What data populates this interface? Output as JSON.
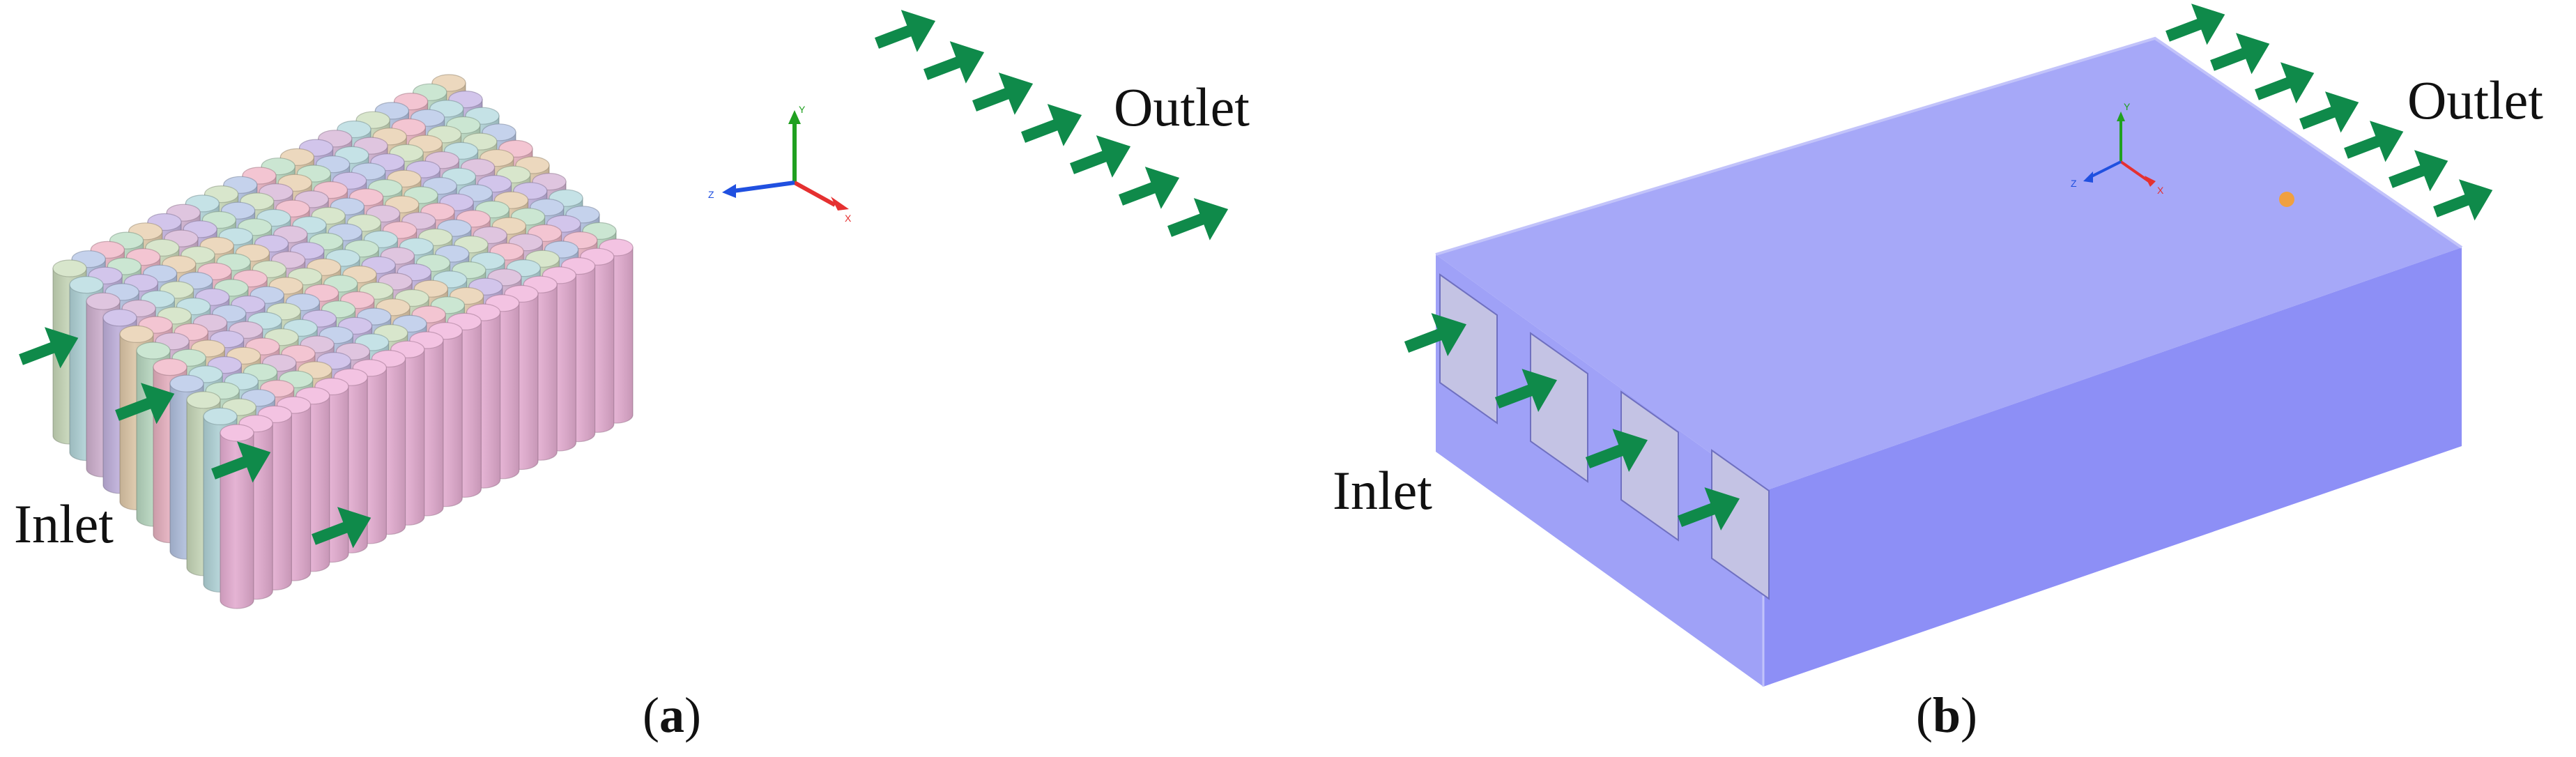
{
  "panel_a": {
    "inlet_label": "Inlet",
    "outlet_label": "Outlet",
    "caption_open": "(",
    "caption_letter": "a",
    "caption_close": ")",
    "axis_labels": {
      "x": "X",
      "y": "Y",
      "z": "Z"
    }
  },
  "panel_b": {
    "inlet_label": "Inlet",
    "outlet_label": "Outlet",
    "caption_open": "(",
    "caption_letter": "b",
    "caption_close": ")",
    "axis_labels": {
      "x": "X",
      "y": "Y",
      "z": "Z"
    }
  },
  "colors": {
    "flow_arrow": "#0f8a4a",
    "cylinder_palette": [
      "#cfe0c1",
      "#c8b8e6",
      "#f0b8c8",
      "#b8dce0",
      "#e8d0b0",
      "#b8c8e8",
      "#d8b8d8",
      "#c0e0c8"
    ],
    "front_cylinder": "#f0b6dc",
    "box_top": "#a6a8f8",
    "box_front": "#8d8ff6",
    "box_left": "#9fa1f7",
    "inlet_window": "#c4c3e4",
    "axis_x": "#e53030",
    "axis_y": "#20a020",
    "axis_z": "#2050e0",
    "marker": "#f0a040"
  }
}
